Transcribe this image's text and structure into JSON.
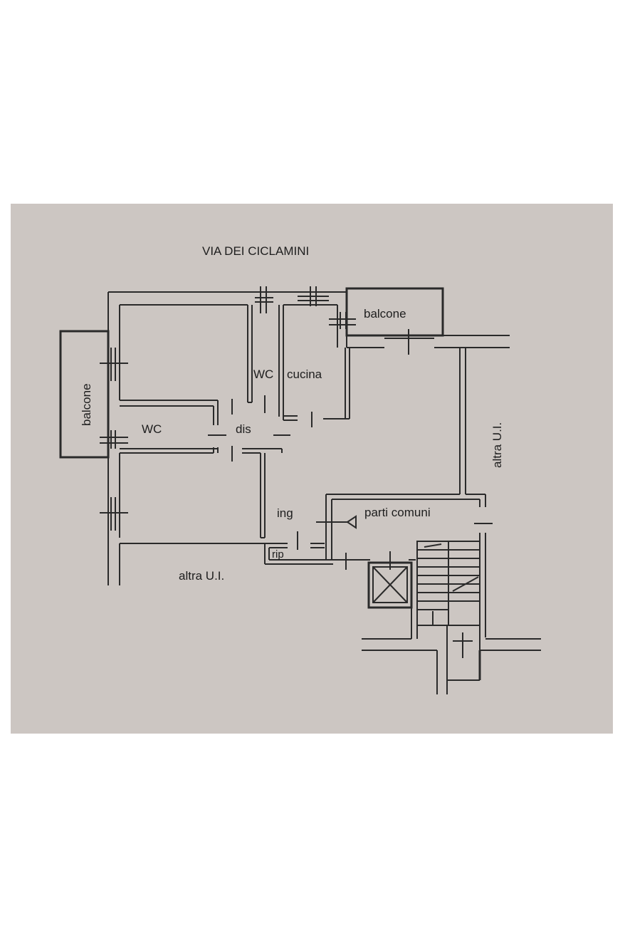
{
  "street": "VIA DEI CICLAMINI",
  "rooms": {
    "balcone_top": "balcone",
    "balcone_left": "balcone",
    "wc_upper": "WC",
    "cucina": "cucina",
    "wc_left": "WC",
    "dis": "dis",
    "ing": "ing",
    "rip": "rip",
    "parti_comuni": "parti comuni",
    "altra_ui_right": "altra U.I.",
    "altra_ui_bottom": "altra U.I."
  },
  "colors": {
    "paper": "#ccc6c2",
    "ink": "#2a2a2a"
  }
}
